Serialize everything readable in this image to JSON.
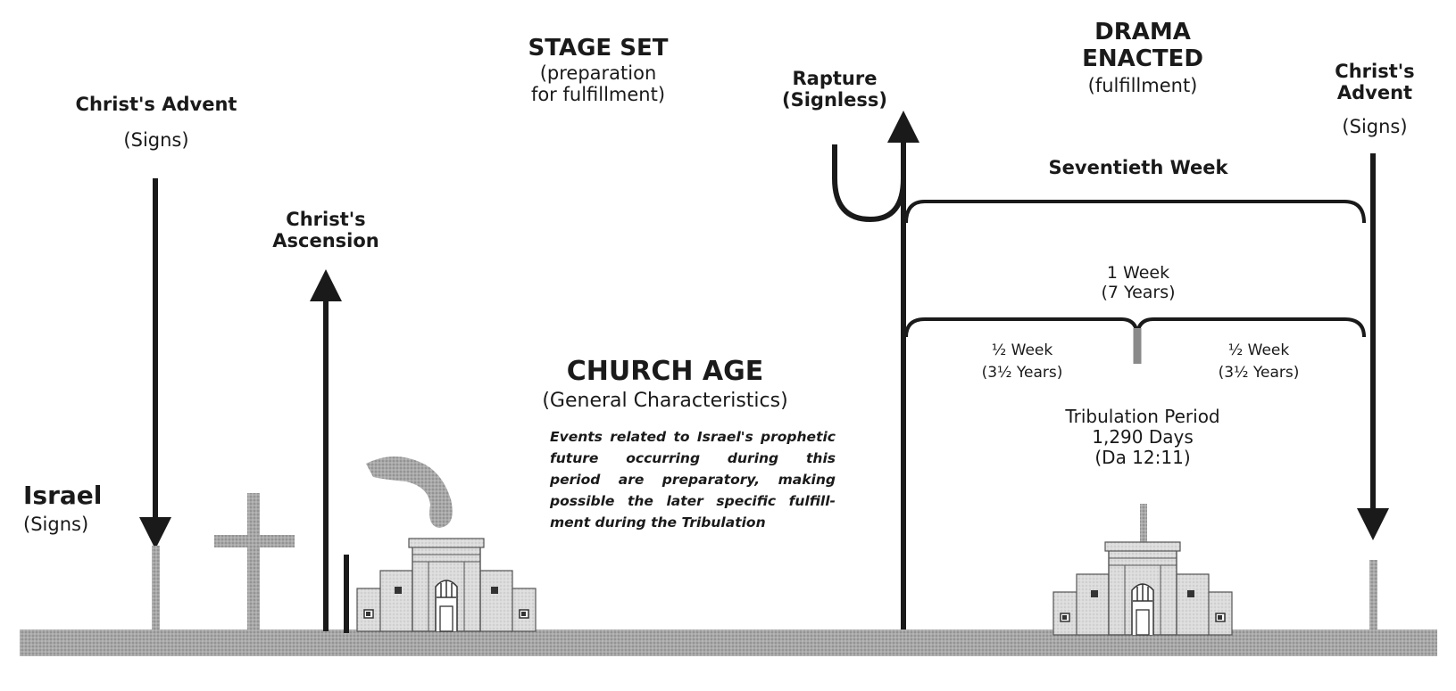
{
  "israel": {
    "title": "Israel",
    "sub": "(Signs)"
  },
  "advent_left": {
    "title": "Christ's Advent",
    "sub": "(Signs)"
  },
  "ascension": {
    "line1": "Christ's",
    "line2": "Ascension"
  },
  "stage_set": {
    "title": "STAGE SET",
    "sub1": "(preparation",
    "sub2": "for fulfillment)"
  },
  "rapture": {
    "line1": "Rapture",
    "line2": "(Signless)"
  },
  "drama": {
    "line1": "DRAMA",
    "line2": "ENACTED",
    "sub": "(fulfillment)"
  },
  "advent_right": {
    "line1": "Christ's",
    "line2": "Advent",
    "sub": "(Signs)"
  },
  "seventieth_week": "Seventieth Week",
  "one_week": {
    "line1": "1 Week",
    "line2": "(7 Years)"
  },
  "half_week_left": {
    "line1": "½ Week",
    "line2": "(3½ Years)"
  },
  "half_week_right": {
    "line1": "½ Week",
    "line2": "(3½ Years)"
  },
  "church_age": {
    "title": "CHURCH AGE",
    "sub": "(General Characteristics)"
  },
  "church_note": [
    "Events related to Israel's prophetic",
    "future occurring during this",
    "period are preparatory, making",
    "possible the later specific fulfill-",
    "ment during the Tribulation"
  ],
  "tribulation": {
    "line1": "Tribulation Period",
    "line2": "1,290 Days",
    "line3": "(Da 12:11)"
  },
  "colors": {
    "ink": "#1a1a1a",
    "gray": "#8a8a8a",
    "ground": "#9a9a9a",
    "temple": "#d4d4d4"
  }
}
